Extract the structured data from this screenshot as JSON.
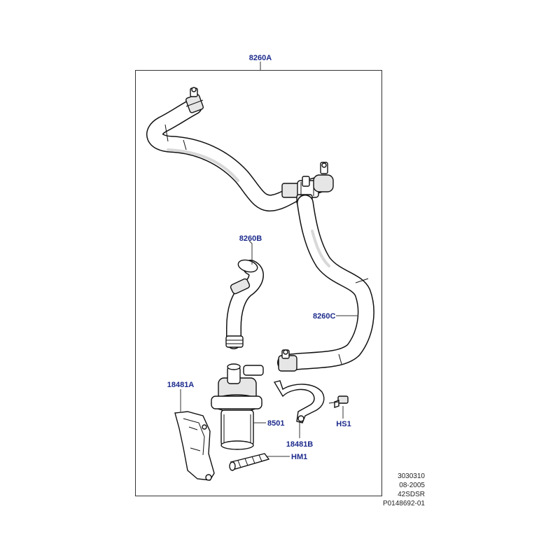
{
  "colors": {
    "callout_text": "#1c2a8c",
    "line": "#111111",
    "frame": "#333333"
  },
  "callouts": {
    "hose_8260A": "8260A",
    "hose_8260B": "8260B",
    "hose_8260C": "8260C",
    "bracket_18481A": "18481A",
    "pump_8501": "8501",
    "bracket_18481B": "18481B",
    "bolt_HS1": "HS1",
    "sleeve_HM1": "HM1"
  },
  "reference_block": {
    "line1": "3030310",
    "line2": "08-2005",
    "line3": "42SDSR",
    "line4": "P0148692-01"
  }
}
